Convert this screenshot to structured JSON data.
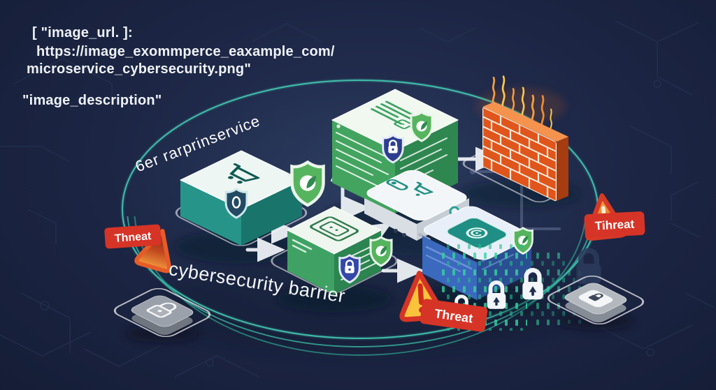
{
  "code_block": {
    "line1": "[  \"image_url. ]:",
    "line2": "https://image_exommperce_eaxample_com/",
    "line3": "microservice_cybersecurity.png\"",
    "line4": "\"image_description\""
  },
  "labels": {
    "perimeter_top": "6er rarprinservice",
    "perimeter_bottom": "cybersecurity barrier"
  },
  "threats": {
    "left": "Thneat",
    "right": "Tihreat",
    "bottom": "Threat"
  },
  "icons": {
    "cart_service": "shopping-cart-icon",
    "log_service": "document-lines-icon",
    "chip_service": "chip-icon",
    "gateway_device": "cart-terminal-icon",
    "data_service": "spiral-disc-icon",
    "firewall": "brick-wall-icon",
    "protection": "shield-check-icon",
    "encryption": "padlock-icon",
    "warning": "warning-triangle-icon"
  },
  "colors": {
    "background": "#1b2442",
    "barrier_teal": "#44c6b2",
    "threat_red": "#d63426",
    "firewall_orange": "#e0551c",
    "shield_green": "#56b45e",
    "node_teal": "#27948a",
    "node_green": "#3fa264",
    "node_blue": "#3a69bd",
    "matrix_teal": "#35d3a0",
    "lock_white": "#f2f5fa"
  }
}
